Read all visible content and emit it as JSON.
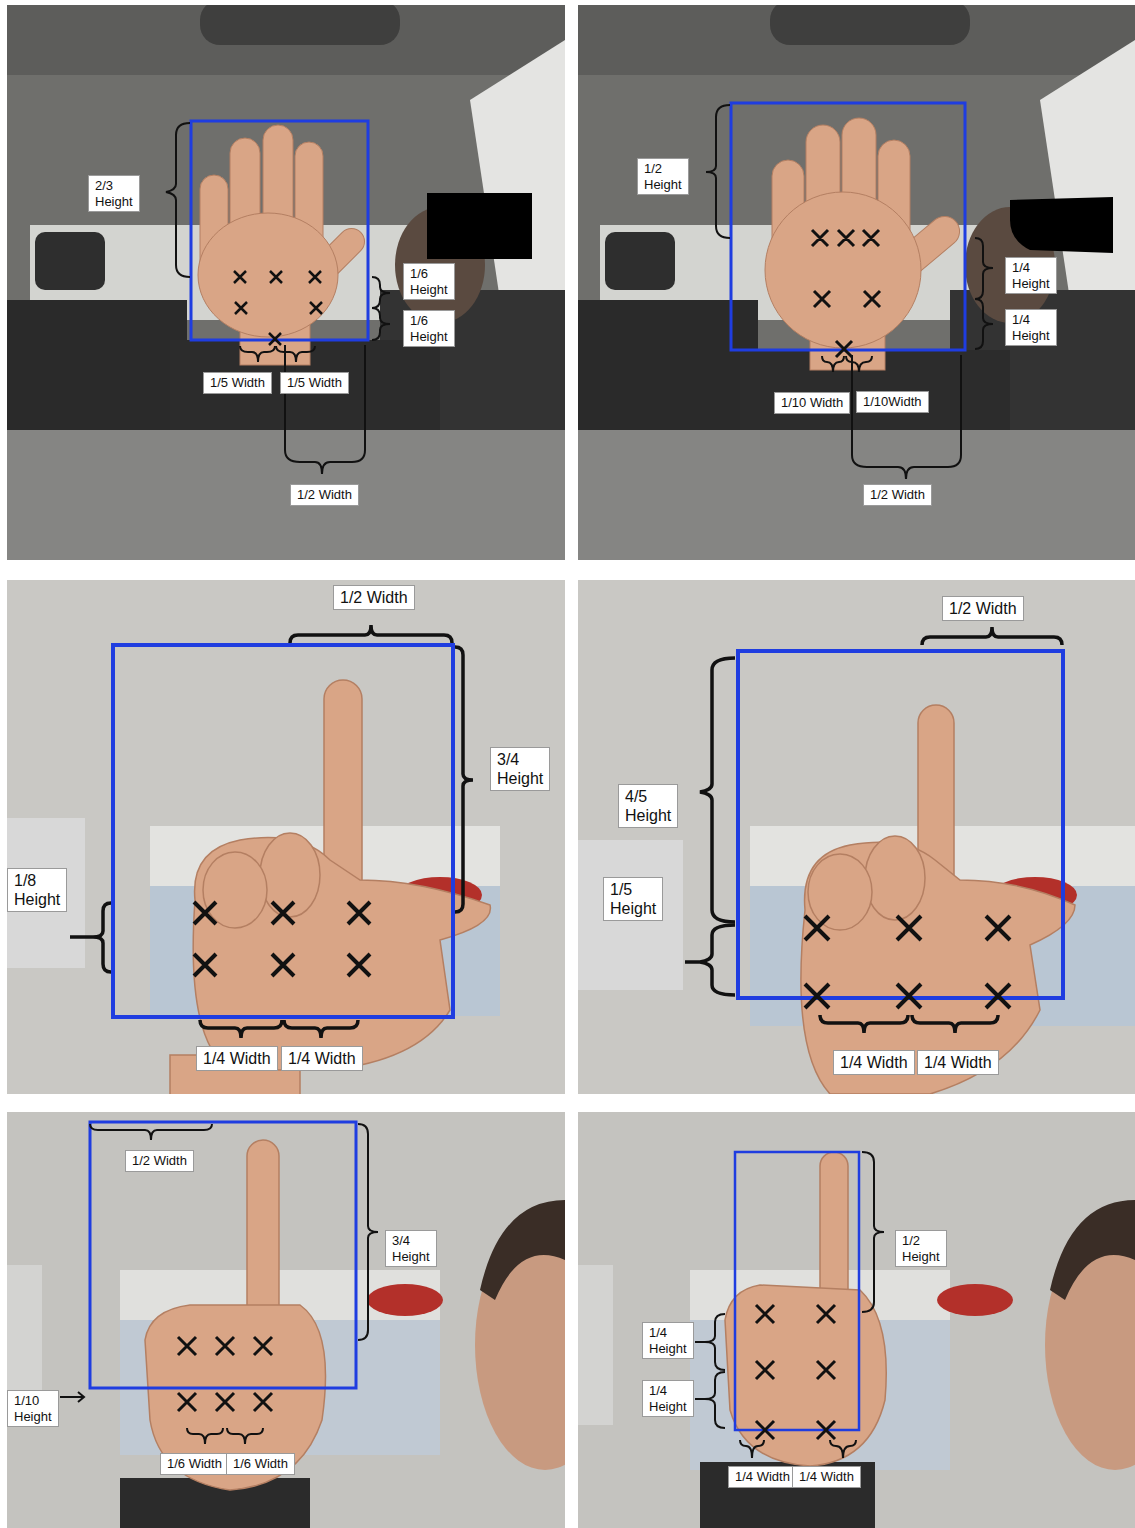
{
  "diagram": {
    "labels": [
      "2/3 Height",
      "1/6 Height",
      "1/6 Height",
      "1/5 Width",
      "1/5 Width",
      "1/2 Width",
      "1/2 Height",
      "1/4 Height",
      "1/4 Height",
      "1/10 Width",
      "1/10Width",
      "1/2 Width",
      "1/2 Width",
      "3/4 Height",
      "1/8 Height",
      "1/4 Width",
      "1/4 Width",
      "1/2 Width",
      "4/5 Height",
      "1/5 Height",
      "1/4 Width",
      "1/4 Width",
      "1/2 Width",
      "3/4 Height",
      "1/10 Height",
      "1/6 Width",
      "1/6 Width",
      "1/2 Height",
      "1/4 Height",
      "1/4 Height",
      "1/4 Width",
      "1/4 Width"
    ]
  }
}
